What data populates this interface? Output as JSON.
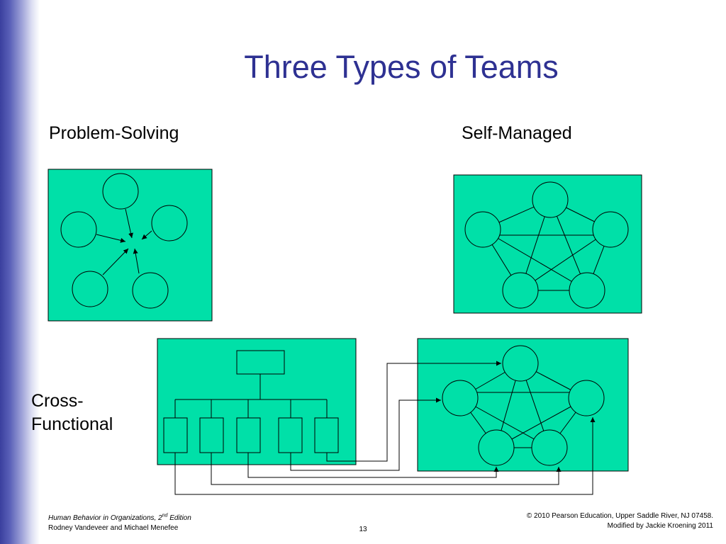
{
  "slide": {
    "title": "Three Types of Teams",
    "page_number": "13"
  },
  "labels": {
    "problem_solving": "Problem-Solving",
    "self_managed": "Self-Managed",
    "cross_functional_line1": "Cross-",
    "cross_functional_line2": "Functional"
  },
  "footer": {
    "book_title": "Human Behavior in Organizations, 2",
    "edition_sup": "nd",
    "edition_word": " Edition",
    "authors": "Rodney Vandeveer and Michael Menefee",
    "copyright": "© 2010 Pearson Education, Upper Saddle River, NJ 07458.",
    "modified_by": "Modified by Jackie Kroening 2011"
  },
  "colors": {
    "panel_fill": "#00e0a8",
    "title_color": "#2e3192",
    "sidebar": "#3a3f9e"
  }
}
